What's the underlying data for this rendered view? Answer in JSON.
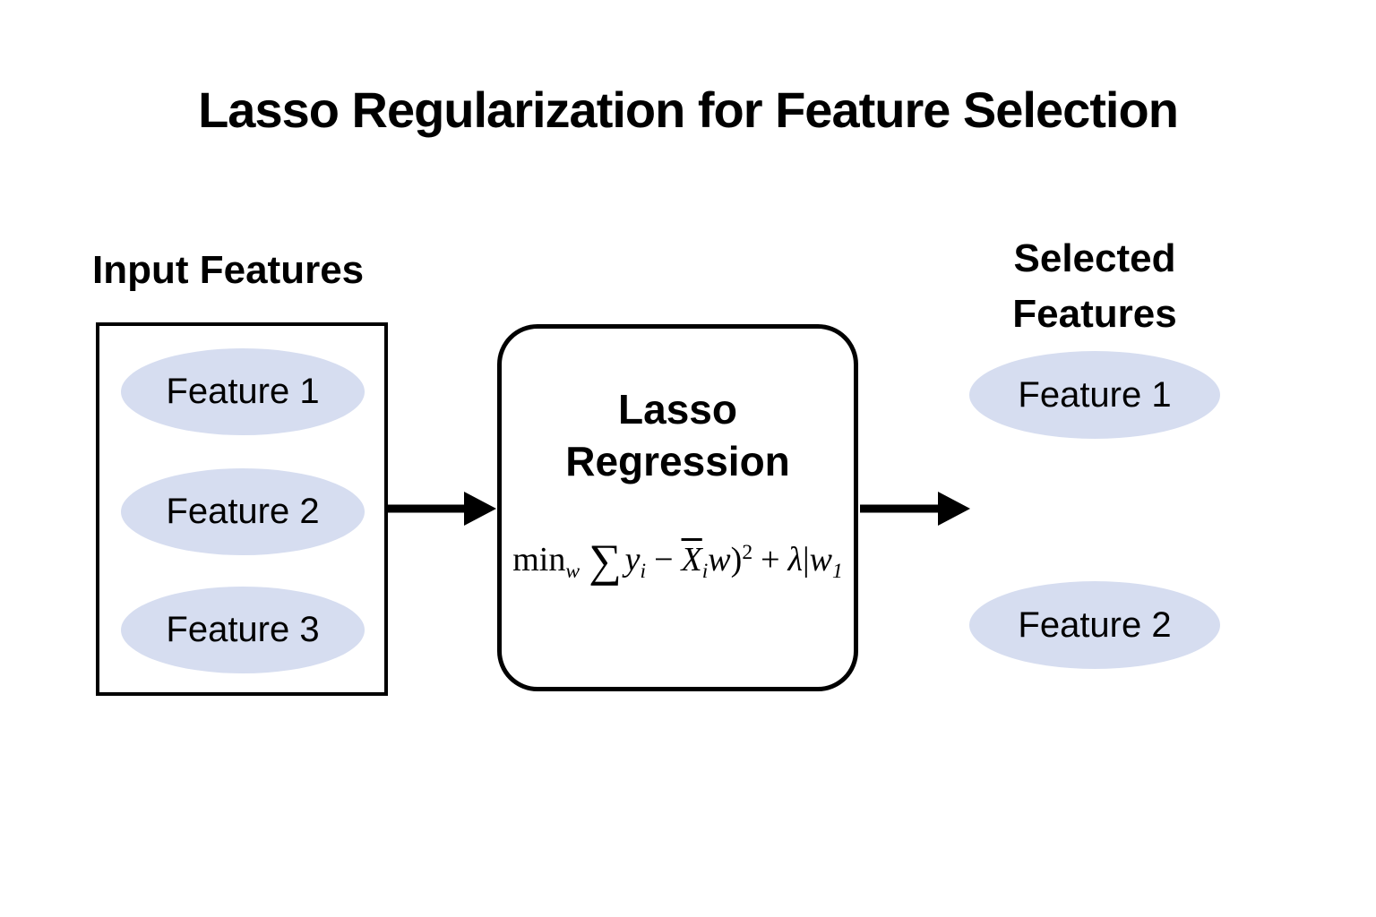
{
  "title": "Lasso Regularization for Feature Selection",
  "colors": {
    "background": "#ffffff",
    "ellipse_fill": "#d6ddf0",
    "stroke": "#000000",
    "text": "#000000"
  },
  "input": {
    "label": "Input Features",
    "features": [
      "Feature 1",
      "Feature 2",
      "Feature 3"
    ]
  },
  "process": {
    "title_line1": "Lasso",
    "title_line2": "Regression",
    "formula": {
      "min": "min",
      "min_sub": "w",
      "sum": "∑",
      "y": "y",
      "y_sub": "i",
      "minus": "−",
      "X": "X",
      "X_sub": "i",
      "w": "w",
      "close_paren": ")",
      "power": "2",
      "plus": "+",
      "lambda": "λ",
      "bar": "|",
      "w2": "w",
      "w2_sub": "1"
    }
  },
  "output": {
    "label_line1": "Selected",
    "label_line2": "Features",
    "features": [
      "Feature 1",
      "Feature 2"
    ]
  }
}
